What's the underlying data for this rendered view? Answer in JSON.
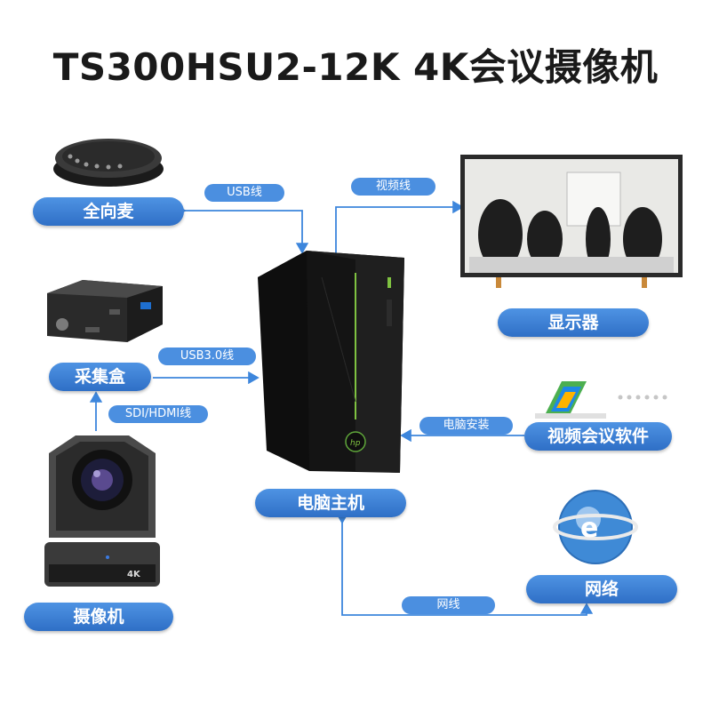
{
  "title": "TS300HSU2-12K  4K会议摄像机",
  "nodes": {
    "mic": "全向麦",
    "display": "显示器",
    "capture_box": "采集盒",
    "software": "视频会议软件",
    "host": "电脑主机",
    "camera": "摄像机",
    "network": "网络"
  },
  "connections": {
    "usb": "USB线",
    "video": "视频线",
    "usb3": "USB3.0线",
    "sdi_hdmi": "SDI/HDMI线",
    "install": "电脑安装",
    "net_cable": "网线"
  },
  "colors": {
    "accent": "#3a7fd5",
    "line": "#3d86dc"
  },
  "icons": [
    "speakerphone-image",
    "monitor-meeting-image",
    "pc-tower-image",
    "capture-box-image",
    "software-logo-image",
    "ptz-camera-image",
    "network-globe-image"
  ]
}
